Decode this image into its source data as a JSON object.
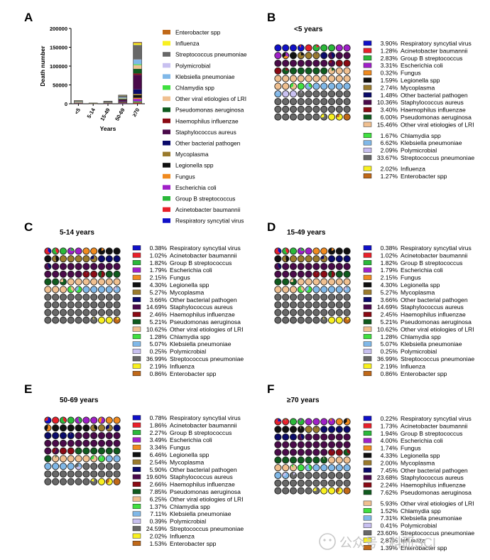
{
  "colors": {
    "Respiratory syncytial virus": "#1010c8",
    "Acinetobacter baumannii": "#e8202a",
    "Group B streptococcus": "#2ab83a",
    "Escherichia coli": "#a020c8",
    "Fungus": "#f08a1e",
    "Legionella spp": "#111111",
    "Mycoplasma": "#9a7a2c",
    "Other bacterial pathogen": "#0a0a6a",
    "Staphylococcus aureus": "#4a0a4a",
    "Haemophilus influenzae": "#8a0a14",
    "Pseudomonas aeruginosa": "#0f5a1e",
    "Other viral etiologies of LRI": "#f0c090",
    "Chlamydia spp": "#40e040",
    "Klebsiella pneumoniae": "#80b8e8",
    "Polymicrobial": "#c8c0f0",
    "Streptococcus pneumoniae": "#686868",
    "Influenza": "#f8f020",
    "Enterobacter spp": "#c06818"
  },
  "chart_data": [
    {
      "panel": "A",
      "type": "bar",
      "stacked": true,
      "title": "",
      "xlabel": "Years",
      "ylabel": "Death number",
      "ylim": [
        0,
        200000
      ],
      "yticks": [
        "0",
        "50000",
        "100000",
        "150000",
        "200000"
      ],
      "categories": [
        "<5",
        "5-14",
        "15-49",
        "50-69",
        "≥70"
      ],
      "totals": [
        8500,
        2000,
        7000,
        23000,
        163000
      ],
      "legend": [
        "Enterobacter spp",
        "Influenza",
        "Streptococcus pneumoniae",
        "Polymicrobial",
        "Klebsiella pneumoniae",
        "Chlamydia spp",
        "Other viral etiologies of LRI",
        "Pseudomonas aeruginosa",
        "Haemophilus influenzae",
        "Staphylococcus aureus",
        "Other bacterial pathogen",
        "Mycoplasma",
        "Legionella spp",
        "Fungus",
        "Escherichia coli",
        "Group B streptococcus",
        "Acinetobacter baumannii",
        "Respiratory syncytial virus"
      ]
    },
    {
      "panel": "B",
      "type": "waffle",
      "title": "<5 years",
      "cols": 10,
      "rows": 10,
      "slices": [
        {
          "name": "Respiratory syncytial virus",
          "value": 3.9,
          "label": "3.90%"
        },
        {
          "name": "Acinetobacter baumannii",
          "value": 1.28,
          "label": "1.28%"
        },
        {
          "name": "Group B streptococcus",
          "value": 2.83,
          "label": "2.83%"
        },
        {
          "name": "Escherichia coli",
          "value": 3.31,
          "label": "3.31%"
        },
        {
          "name": "Fungus",
          "value": 0.32,
          "label": "0.32%"
        },
        {
          "name": "Legionella spp",
          "value": 1.59,
          "label": "1.59%"
        },
        {
          "name": "Mycoplasma",
          "value": 2.74,
          "label": "2.74%"
        },
        {
          "name": "Other bacterial pathogen",
          "value": 1.48,
          "label": "1.48%"
        },
        {
          "name": "Staphylococcus aureus",
          "value": 10.36,
          "label": "10.36%"
        },
        {
          "name": "Haemophilus influenzae",
          "value": 3.4,
          "label": "3.40%"
        },
        {
          "name": "Pseudomonas aeruginosa",
          "value": 6.0,
          "label": "6.00%"
        },
        {
          "name": "Other viral etiologies of LRI",
          "value": 15.46,
          "label": "15.46%"
        },
        {
          "name": "Chlamydia spp",
          "value": 1.67,
          "label": "1.67%",
          "gap": true
        },
        {
          "name": "Klebsiella pneumoniae",
          "value": 6.62,
          "label": "6.62%"
        },
        {
          "name": "Polymicrobial",
          "value": 2.09,
          "label": "2.09%"
        },
        {
          "name": "Streptococcus pneumoniae",
          "value": 33.67,
          "label": "33.67%"
        },
        {
          "name": "Influenza",
          "value": 2.02,
          "label": "2.02%",
          "gap": true
        },
        {
          "name": "Enterobacter spp",
          "value": 1.27,
          "label": "1.27%"
        }
      ]
    },
    {
      "panel": "C",
      "type": "waffle",
      "title": "5-14 years",
      "cols": 10,
      "rows": 10,
      "slices": [
        {
          "name": "Respiratory syncytial virus",
          "value": 0.38,
          "label": "0.38%"
        },
        {
          "name": "Acinetobacter baumannii",
          "value": 1.02,
          "label": "1.02%"
        },
        {
          "name": "Group B streptococcus",
          "value": 1.82,
          "label": "1.82%"
        },
        {
          "name": "Escherichia coli",
          "value": 1.79,
          "label": "1.79%"
        },
        {
          "name": "Fungus",
          "value": 2.15,
          "label": "2.15%"
        },
        {
          "name": "Legionella spp",
          "value": 4.3,
          "label": "4.30%"
        },
        {
          "name": "Mycoplasma",
          "value": 5.27,
          "label": "5.27%"
        },
        {
          "name": "Other bacterial pathogen",
          "value": 3.66,
          "label": "3.66%"
        },
        {
          "name": "Staphylococcus aureus",
          "value": 14.69,
          "label": "14.69%"
        },
        {
          "name": "Haemophilus influenzae",
          "value": 2.46,
          "label": "2.46%"
        },
        {
          "name": "Pseudomonas aeruginosa",
          "value": 5.21,
          "label": "5.21%"
        },
        {
          "name": "Other viral etiologies of LRI",
          "value": 10.62,
          "label": "10.62%"
        },
        {
          "name": "Chlamydia spp",
          "value": 1.28,
          "label": "1.28%"
        },
        {
          "name": "Klebsiella pneumoniae",
          "value": 5.07,
          "label": "5.07%"
        },
        {
          "name": "Polymicrobial",
          "value": 0.25,
          "label": "0.25%"
        },
        {
          "name": "Streptococcus pneumoniae",
          "value": 36.99,
          "label": "36.99%"
        },
        {
          "name": "Influenza",
          "value": 2.19,
          "label": "2.19%"
        },
        {
          "name": "Enterobacter spp",
          "value": 0.86,
          "label": "0.86%"
        }
      ]
    },
    {
      "panel": "D",
      "type": "waffle",
      "title": "15-49 years",
      "cols": 10,
      "rows": 10,
      "slices": [
        {
          "name": "Respiratory syncytial virus",
          "value": 0.38,
          "label": "0.38%"
        },
        {
          "name": "Acinetobacter baumannii",
          "value": 1.02,
          "label": "1.02%"
        },
        {
          "name": "Group B streptococcus",
          "value": 1.82,
          "label": "1.82%"
        },
        {
          "name": "Escherichia coli",
          "value": 1.79,
          "label": "1.79%"
        },
        {
          "name": "Fungus",
          "value": 2.15,
          "label": "2.15%"
        },
        {
          "name": "Legionella spp",
          "value": 4.3,
          "label": "4.30%"
        },
        {
          "name": "Mycoplasma",
          "value": 5.27,
          "label": "5.27%"
        },
        {
          "name": "Other bacterial pathogen",
          "value": 3.66,
          "label": "3.66%"
        },
        {
          "name": "Staphylococcus aureus",
          "value": 14.69,
          "label": "14.69%"
        },
        {
          "name": "Haemophilus influenzae",
          "value": 2.45,
          "label": "2.45%"
        },
        {
          "name": "Pseudomonas aeruginosa",
          "value": 5.21,
          "label": "5.21%"
        },
        {
          "name": "Other viral etiologies of LRI",
          "value": 10.62,
          "label": "10.62%"
        },
        {
          "name": "Chlamydia spp",
          "value": 1.28,
          "label": "1.28%"
        },
        {
          "name": "Klebsiella pneumoniae",
          "value": 5.07,
          "label": "5.07%"
        },
        {
          "name": "Polymicrobial",
          "value": 0.25,
          "label": "0.25%"
        },
        {
          "name": "Streptococcus pneumoniae",
          "value": 36.99,
          "label": "36.99%"
        },
        {
          "name": "Influenza",
          "value": 2.19,
          "label": "2.19%"
        },
        {
          "name": "Enterobacter spp",
          "value": 0.86,
          "label": "0.86%"
        }
      ]
    },
    {
      "panel": "E",
      "type": "waffle",
      "title": "50-69 years",
      "cols": 10,
      "rows": 9,
      "slices": [
        {
          "name": "Respiratory syncytial virus",
          "value": 0.78,
          "label": "0.78%"
        },
        {
          "name": "Acinetobacter baumannii",
          "value": 1.86,
          "label": "1.86%"
        },
        {
          "name": "Group B streptococcus",
          "value": 2.27,
          "label": "2.27%"
        },
        {
          "name": "Escherichia coli",
          "value": 3.49,
          "label": "3.49%"
        },
        {
          "name": "Fungus",
          "value": 3.34,
          "label": "3.34%"
        },
        {
          "name": "Legionella spp",
          "value": 6.46,
          "label": "6.46%"
        },
        {
          "name": "Mycoplasma",
          "value": 2.54,
          "label": "2.54%"
        },
        {
          "name": "Other bacterial pathogen",
          "value": 5.9,
          "label": "5.90%"
        },
        {
          "name": "Staphylococcus aureus",
          "value": 19.6,
          "label": "19.60%"
        },
        {
          "name": "Haemophilus influenzae",
          "value": 2.66,
          "label": "2.66%"
        },
        {
          "name": "Pseudomonas aeruginosa",
          "value": 7.85,
          "label": "7.85%"
        },
        {
          "name": "Other viral etiologies of LRI",
          "value": 6.25,
          "label": "6.25%"
        },
        {
          "name": "Chlamydia spp",
          "value": 1.37,
          "label": "1.37%"
        },
        {
          "name": "Klebsiella pneumoniae",
          "value": 7.11,
          "label": "7.11%"
        },
        {
          "name": "Polymicrobial",
          "value": 0.39,
          "label": "0.39%"
        },
        {
          "name": "Streptococcus pneumoniae",
          "value": 24.59,
          "label": "24.59%"
        },
        {
          "name": "Influenza",
          "value": 2.02,
          "label": "2.02%"
        },
        {
          "name": "Enterobacter spp",
          "value": 1.53,
          "label": "1.53%"
        }
      ]
    },
    {
      "panel": "F",
      "type": "waffle",
      "title": "≥70 years",
      "cols": 10,
      "rows": 10,
      "slices": [
        {
          "name": "Respiratory syncytial virus",
          "value": 0.22,
          "label": "0.22%"
        },
        {
          "name": "Acinetobacter baumannii",
          "value": 1.73,
          "label": "1.73%"
        },
        {
          "name": "Group B streptococcus",
          "value": 1.94,
          "label": "1.94%"
        },
        {
          "name": "Escherichia coli",
          "value": 4.0,
          "label": "4.00%"
        },
        {
          "name": "Fungus",
          "value": 1.74,
          "label": "1.74%"
        },
        {
          "name": "Legionella spp",
          "value": 4.33,
          "label": "4.33%"
        },
        {
          "name": "Mycoplasma",
          "value": 2.0,
          "label": "2.00%"
        },
        {
          "name": "Other bacterial pathogen",
          "value": 7.45,
          "label": "7.45%"
        },
        {
          "name": "Staphylococcus aureus",
          "value": 23.68,
          "label": "23.68%"
        },
        {
          "name": "Haemophilus influenzae",
          "value": 2.24,
          "label": "2.24%"
        },
        {
          "name": "Pseudomonas aeruginosa",
          "value": 7.62,
          "label": "7.62%"
        },
        {
          "name": "Other viral etiologies of LRI",
          "value": 5.93,
          "label": "5.93%",
          "gap": true
        },
        {
          "name": "Chlamydia spp",
          "value": 1.52,
          "label": "1.52%"
        },
        {
          "name": "Klebsiella pneumoniae",
          "value": 7.31,
          "label": "7.31%"
        },
        {
          "name": "Polymicrobial",
          "value": 0.41,
          "label": "0.41%"
        },
        {
          "name": "Streptococcus pneumoniae",
          "value": 23.6,
          "label": "23.60%"
        },
        {
          "name": "Influenza",
          "value": 2.87,
          "label": "2.87%"
        },
        {
          "name": "Enterobacter spp",
          "value": 1.39,
          "label": "1.39%"
        }
      ]
    }
  ],
  "watermark": "公众号 · 科研SCI"
}
